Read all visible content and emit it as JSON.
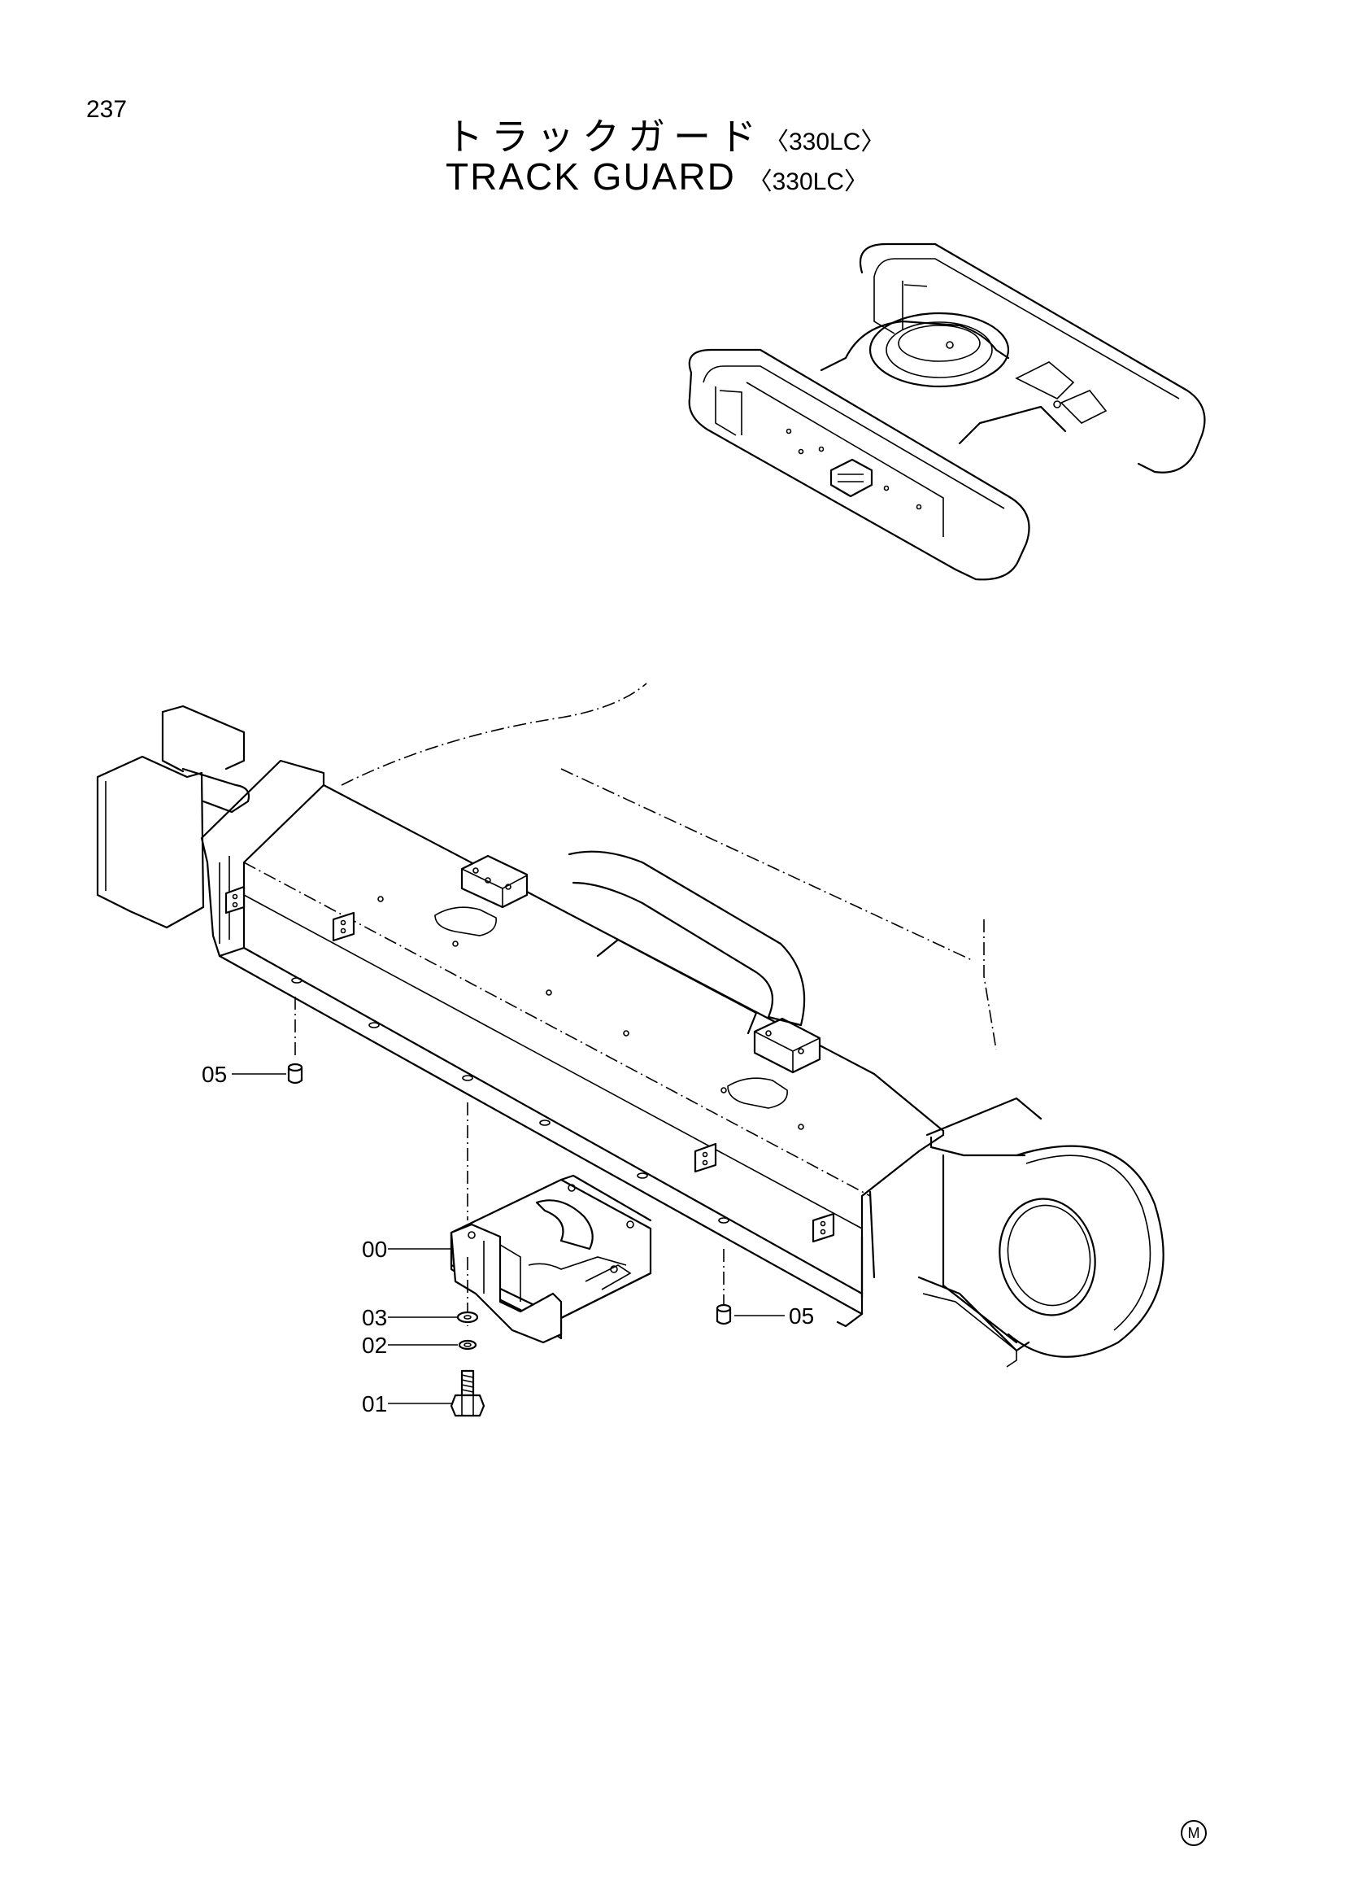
{
  "page": {
    "number": "237"
  },
  "title": {
    "japanese": "トラックガード",
    "english": "TRACK GUARD",
    "model": "330LC",
    "bracket_open": "〈",
    "bracket_close": "〉"
  },
  "callouts": [
    {
      "id": "05",
      "label": "05"
    },
    {
      "id": "00",
      "label": "00"
    },
    {
      "id": "03",
      "label": "03"
    },
    {
      "id": "02",
      "label": "02"
    },
    {
      "id": "01",
      "label": "01"
    },
    {
      "id": "05b",
      "label": "05"
    }
  ],
  "footer": {
    "mark": "M"
  },
  "icons": [
    "overview-undercarriage-icon",
    "track-frame-drawing",
    "track-guard-part",
    "bolt-icon",
    "washer-icon",
    "spring-washer-icon",
    "plug-icon"
  ]
}
